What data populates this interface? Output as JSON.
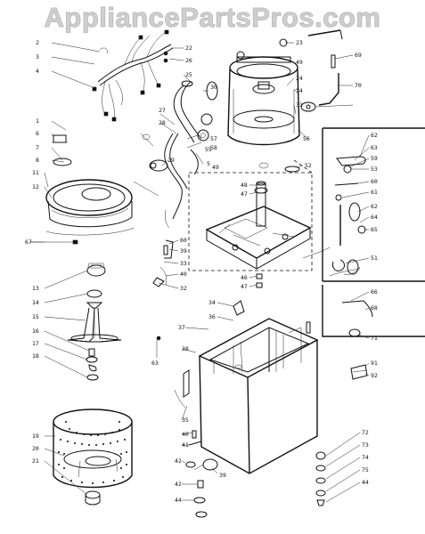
{
  "watermark": "AppliancePartsPros.com",
  "callouts": {
    "left": [
      "2",
      "3",
      "4",
      "1",
      "6",
      "7",
      "8",
      "11",
      "12",
      "67",
      "13",
      "14",
      "15",
      "16",
      "17",
      "18",
      "19",
      "20",
      "21"
    ],
    "top_center": [
      "22",
      "26",
      "25",
      "30",
      "27",
      "28",
      "57",
      "58",
      "29",
      "5",
      "49",
      "48",
      "47"
    ],
    "top_right": [
      "23",
      "49",
      "24",
      "24",
      "31",
      "56",
      "55",
      "69",
      "70"
    ],
    "mid": [
      "52",
      "60",
      "39",
      "33",
      "40",
      "46",
      "47",
      "32",
      "34",
      "36",
      "37",
      "63",
      "38",
      "35",
      "40",
      "41",
      "42",
      "42",
      "44",
      "39"
    ],
    "right_box": [
      "62",
      "63",
      "59",
      "53",
      "60",
      "61",
      "62",
      "64",
      "65",
      "51",
      "66",
      "68",
      "71",
      "91",
      "92"
    ],
    "bottom_right": [
      "72",
      "73",
      "74",
      "75",
      "44"
    ]
  }
}
